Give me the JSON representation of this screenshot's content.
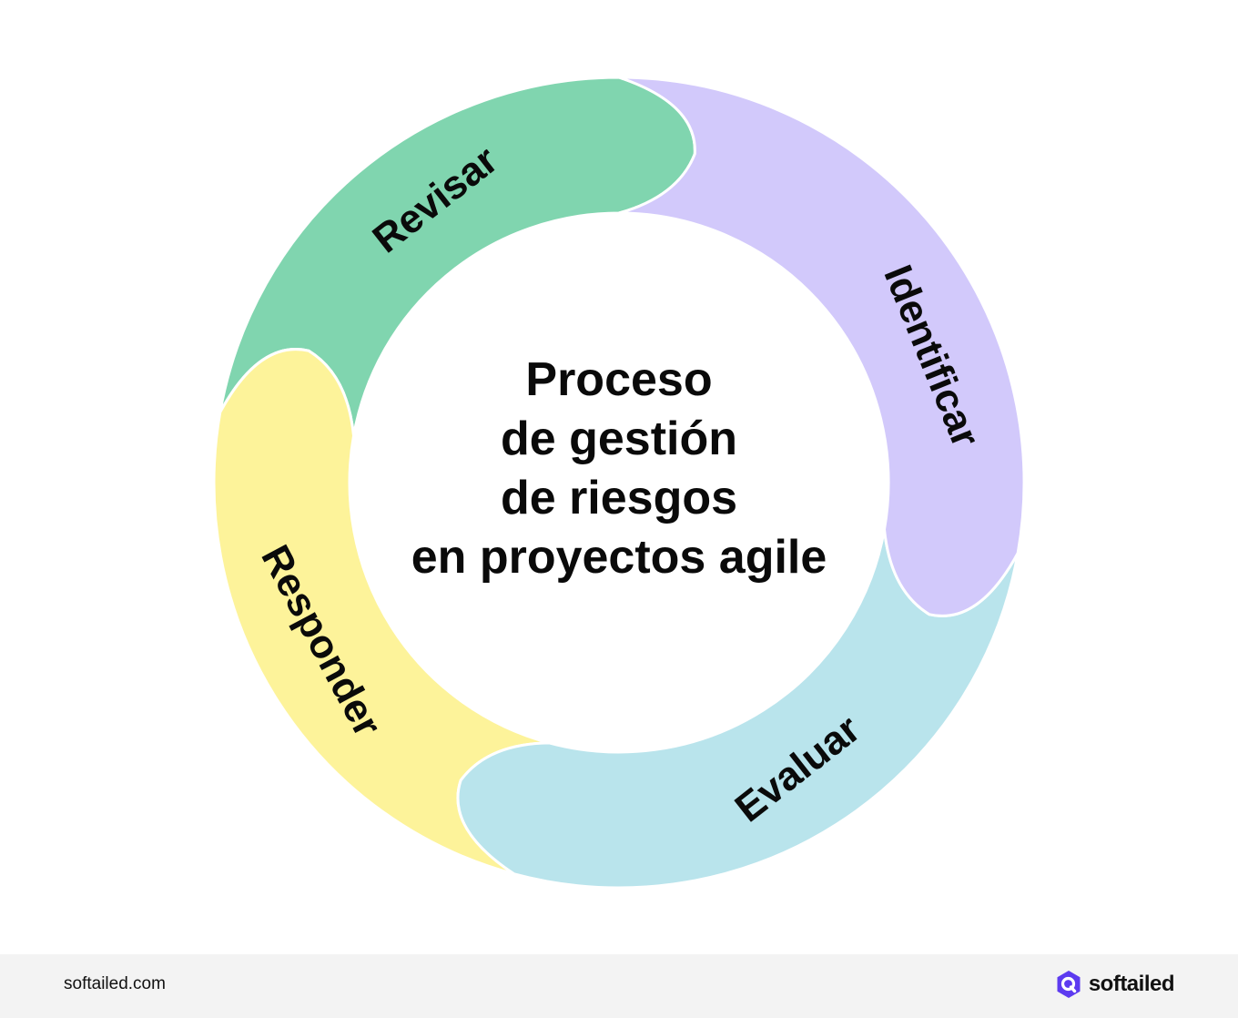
{
  "diagram": {
    "center_title": [
      "Proceso",
      "de gestión",
      "de riesgos",
      "en proyectos agile"
    ],
    "segments": [
      {
        "label": "Identificar",
        "color": "#d2c9fb"
      },
      {
        "label": "Evaluar",
        "color": "#b9e4ec"
      },
      {
        "label": "Responder",
        "color": "#fdf39a"
      },
      {
        "label": "Revisar",
        "color": "#80d5af"
      }
    ]
  },
  "footer": {
    "url": "softailed.com",
    "brand": "softailed",
    "brand_color": "#5d3bf0"
  }
}
